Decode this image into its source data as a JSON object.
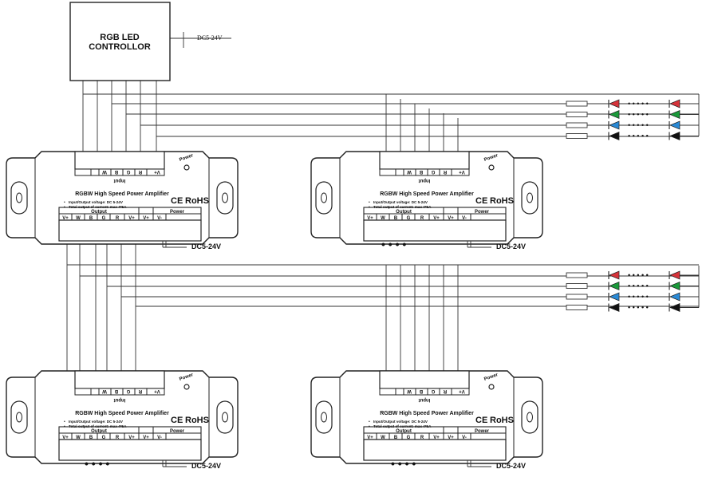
{
  "controller": {
    "line1": "RGB LED",
    "line2": "CONTROLLOR",
    "supply": "DC5-24V"
  },
  "amplifier": {
    "input_pins": [
      "V+",
      "R",
      "G",
      "B",
      "W"
    ],
    "input_label": "Input",
    "title": "RGBW High Speed Power Amplifier",
    "spec1": "Input/Output voltage: DC 5-24V",
    "spec2": "Total output of current: max 4*5A",
    "ce": "CE",
    "rohs": "RoHS",
    "power_led": "Power",
    "output_label": "Output",
    "power_label": "Power",
    "output_pins": [
      "V+",
      "W",
      "B",
      "G",
      "R",
      "V+"
    ],
    "power_pins": [
      "V+",
      "V-"
    ],
    "supply": "DC5-24V"
  },
  "continuation": "• • • •",
  "led_chain_dots": "• • • • •",
  "colors": {
    "red": "#d6333a",
    "green": "#1a9a3a",
    "blue": "#2a8ad6",
    "black": "#111111"
  }
}
